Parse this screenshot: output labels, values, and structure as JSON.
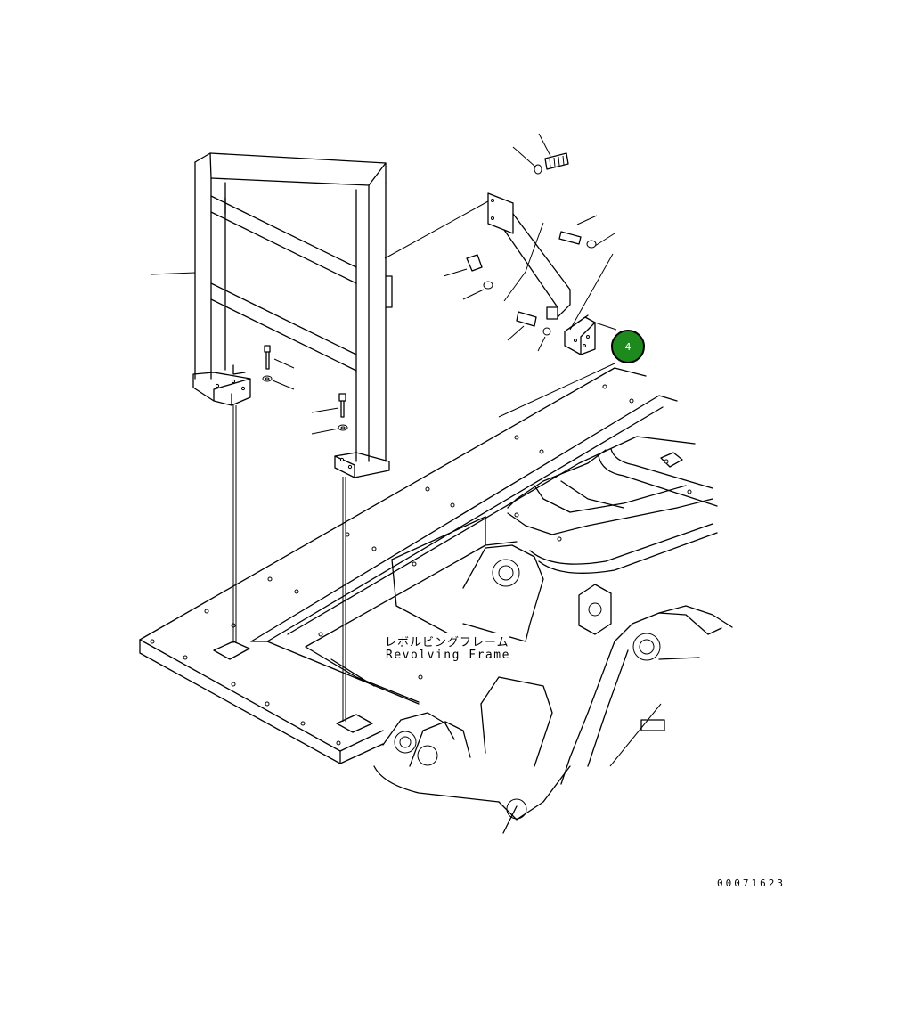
{
  "diagram": {
    "label_jp": "レボルビングフレーム",
    "label_en": "Revolving Frame",
    "drawing_number": "00071623",
    "callout": {
      "number": "4",
      "fill_color": "#1e8a1e",
      "text_color": "#ffffff"
    }
  }
}
